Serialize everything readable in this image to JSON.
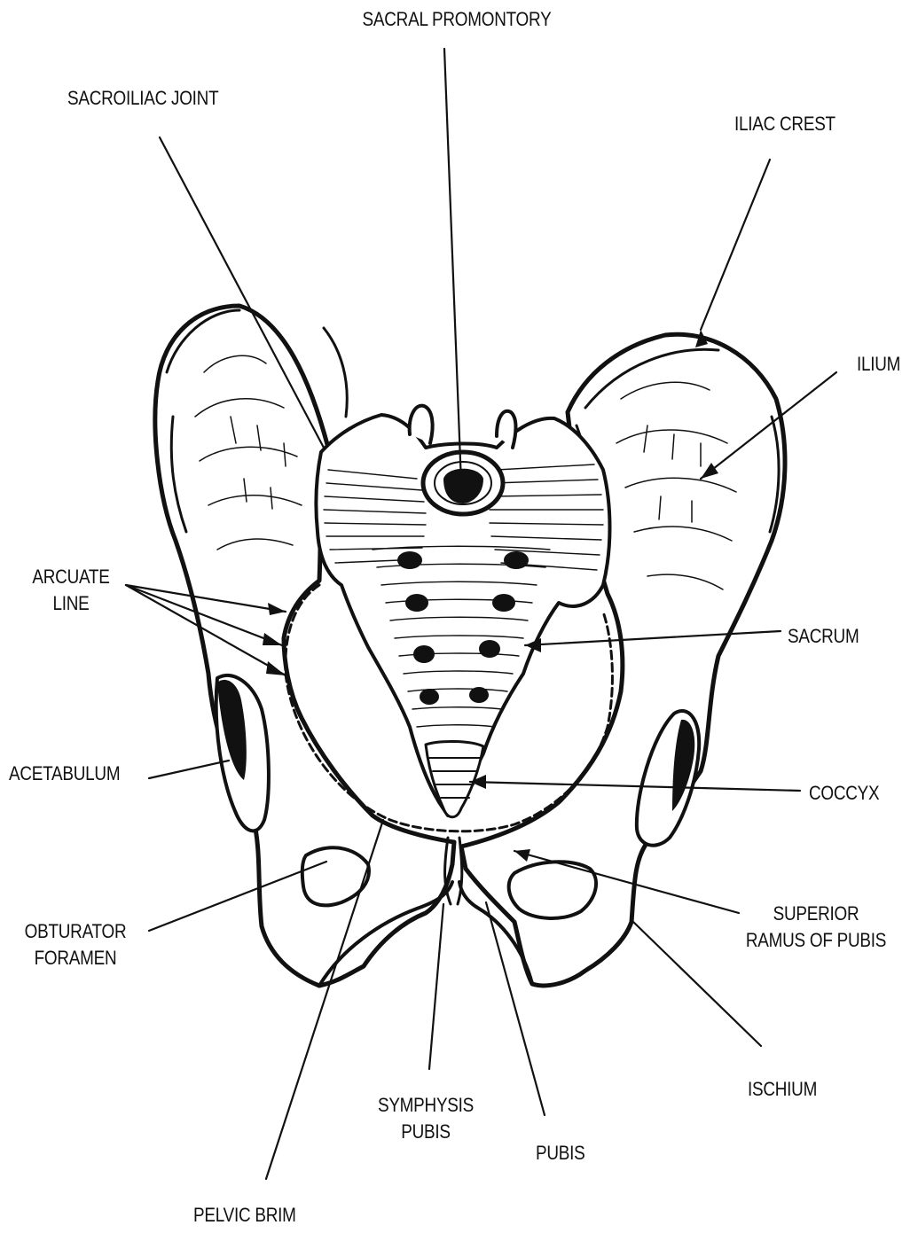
{
  "labels": {
    "sacral_promontory": "SACRAL PROMONTORY",
    "sacroiliac_joint": "SACROILIAC JOINT",
    "iliac_crest": "ILIAC CREST",
    "ilium": "ILIUM",
    "arcuate_line_1": "ARCUATE",
    "arcuate_line_2": "LINE",
    "sacrum": "SACRUM",
    "acetabulum": "ACETABULUM",
    "coccyx": "COCCYX",
    "obturator_foramen_1": "OBTURATOR",
    "obturator_foramen_2": "FORAMEN",
    "superior_ramus_1": "SUPERIOR",
    "superior_ramus_2": "RAMUS OF PUBIS",
    "ischium": "ISCHIUM",
    "symphysis_pubis_1": "SYMPHYSIS",
    "symphysis_pubis_2": "PUBIS",
    "pubis": "PUBIS",
    "pelvic_brim": "PELVIC BRIM"
  },
  "colors": {
    "ink": "#111111",
    "paper": "#ffffff"
  }
}
